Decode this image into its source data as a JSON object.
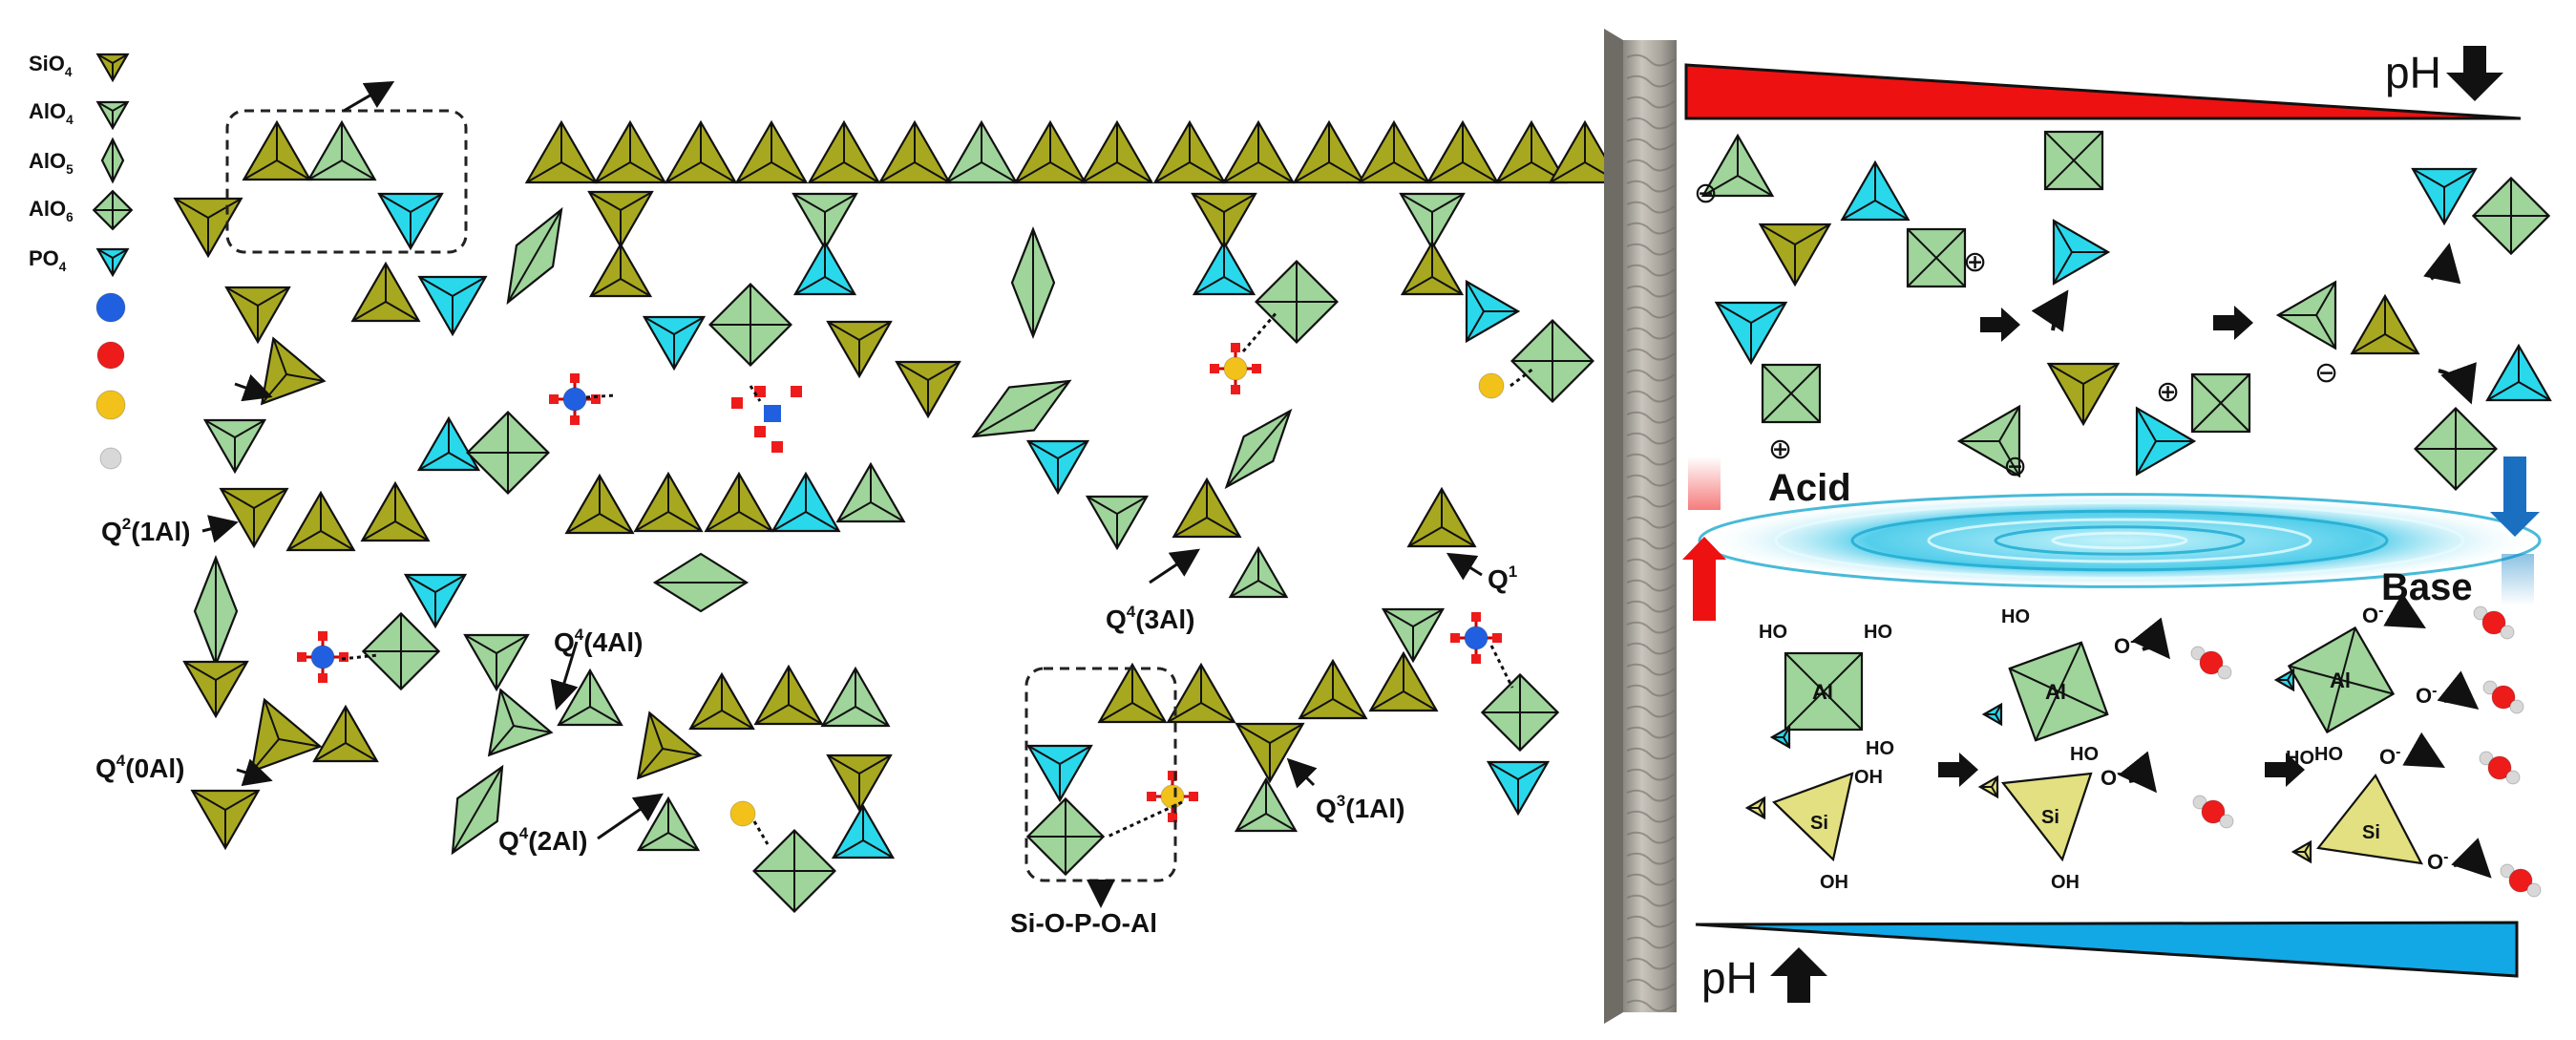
{
  "legend": {
    "items": [
      {
        "label": "SiO",
        "sub": "4",
        "shape": "triangle",
        "color": "#a8a820"
      },
      {
        "label": "AlO",
        "sub": "4",
        "shape": "triangle",
        "color": "#9fd49a"
      },
      {
        "label": "AlO",
        "sub": "5",
        "shape": "diamond",
        "color": "#9fd49a"
      },
      {
        "label": "AlO",
        "sub": "6",
        "shape": "square",
        "color": "#9fd49a"
      },
      {
        "label": "PO",
        "sub": "4",
        "shape": "triangle",
        "color": "#2ad8ec"
      }
    ],
    "balls": [
      "#2060e0",
      "#ee1b1b",
      "#f2c21a",
      "#d8d8d8"
    ]
  },
  "structure_labels": {
    "q2": {
      "main": "Q",
      "sup": "2",
      "rest": "(1Al)"
    },
    "q4_0": {
      "main": "Q",
      "sup": "4",
      "rest": "(0Al)"
    },
    "q4_4": {
      "main": "Q",
      "sup": "4",
      "rest": "(4Al)"
    },
    "q4_2": {
      "main": "Q",
      "sup": "4",
      "rest": "(2Al)"
    },
    "q4_3": {
      "main": "Q",
      "sup": "4",
      "rest": "(3Al)"
    },
    "q3_1": {
      "main": "Q",
      "sup": "3",
      "rest": "(1Al)"
    },
    "q1": {
      "main": "Q",
      "sup": "1",
      "rest": ""
    },
    "bond": "Si-O-P-O-Al"
  },
  "right_panel": {
    "ph_top": "pH",
    "ph_bottom": "pH",
    "acid": "Acid",
    "base": "Base",
    "al_label": "Al",
    "si_label": "Si",
    "ho": "HO",
    "oh": "OH",
    "o_minus": "O",
    "minus": "-",
    "charge_minus": "⊖",
    "charge_plus": "⊕"
  },
  "colors": {
    "si": "#a8a820",
    "al": "#9fd49a",
    "p": "#2ad8ec",
    "acid_red": "#ee1111",
    "base_blue": "#12a8e6",
    "phosphate_yellow": "#f2c21a",
    "oxygen_red": "#ee1b1b",
    "nitrogen_blue": "#2060e0"
  }
}
